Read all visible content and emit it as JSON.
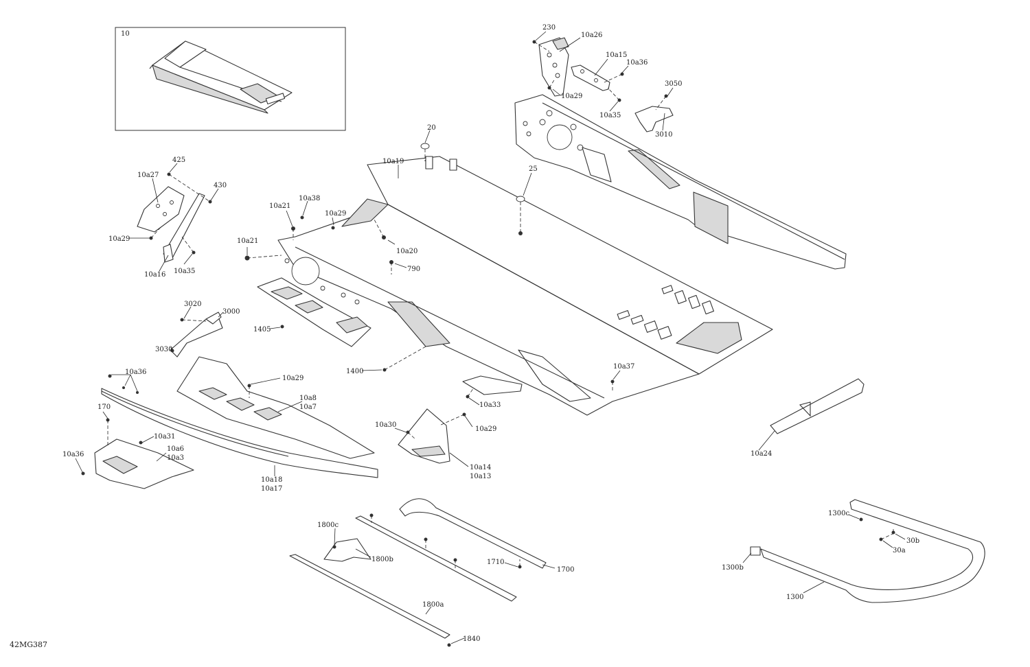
{
  "diagram": {
    "drawing_code": "42MG387",
    "inset_label": "10",
    "callouts": [
      {
        "id": "c230",
        "text": "230"
      },
      {
        "id": "c10a26",
        "text": "10a26"
      },
      {
        "id": "c10a15",
        "text": "10a15"
      },
      {
        "id": "c10a36_top",
        "text": "10a36"
      },
      {
        "id": "c10a29_top",
        "text": "10a29"
      },
      {
        "id": "c10a35_top",
        "text": "10a35"
      },
      {
        "id": "c3050",
        "text": "3050"
      },
      {
        "id": "c3010",
        "text": "3010"
      },
      {
        "id": "c20",
        "text": "20"
      },
      {
        "id": "c10a19",
        "text": "10a19"
      },
      {
        "id": "c25",
        "text": "25"
      },
      {
        "id": "c425",
        "text": "425"
      },
      {
        "id": "c10a27",
        "text": "10a27"
      },
      {
        "id": "c430",
        "text": "430"
      },
      {
        "id": "c10a29_left",
        "text": "10a29"
      },
      {
        "id": "c10a16",
        "text": "10a16"
      },
      {
        "id": "c10a35_left",
        "text": "10a35"
      },
      {
        "id": "c10a21_a",
        "text": "10a21"
      },
      {
        "id": "c10a38",
        "text": "10a38"
      },
      {
        "id": "c10a29_mid",
        "text": "10a29"
      },
      {
        "id": "c10a21_b",
        "text": "10a21"
      },
      {
        "id": "c10a20",
        "text": "10a20"
      },
      {
        "id": "c790",
        "text": "790"
      },
      {
        "id": "c3020",
        "text": "3020"
      },
      {
        "id": "c3000",
        "text": "3000"
      },
      {
        "id": "c1405",
        "text": "1405"
      },
      {
        "id": "c3030",
        "text": "3030"
      },
      {
        "id": "c1400",
        "text": "1400"
      },
      {
        "id": "c10a37",
        "text": "10a37"
      },
      {
        "id": "c10a36_left",
        "text": "10a36"
      },
      {
        "id": "c10a29_low",
        "text": "10a29"
      },
      {
        "id": "c10a8",
        "text": "10a8"
      },
      {
        "id": "c10a7",
        "text": "10a7"
      },
      {
        "id": "c10a33",
        "text": "10a33"
      },
      {
        "id": "c170",
        "text": "170"
      },
      {
        "id": "c10a31",
        "text": "10a31"
      },
      {
        "id": "c10a6",
        "text": "10a6"
      },
      {
        "id": "c10a3",
        "text": "10a3"
      },
      {
        "id": "c10a36_far",
        "text": "10a36"
      },
      {
        "id": "c10a30",
        "text": "10a30"
      },
      {
        "id": "c10a29_right",
        "text": "10a29"
      },
      {
        "id": "c10a14",
        "text": "10a14"
      },
      {
        "id": "c10a13",
        "text": "10a13"
      },
      {
        "id": "c10a18",
        "text": "10a18"
      },
      {
        "id": "c10a17",
        "text": "10a17"
      },
      {
        "id": "c10a24",
        "text": "10a24"
      },
      {
        "id": "c1800c",
        "text": "1800c"
      },
      {
        "id": "c1800b",
        "text": "1800b"
      },
      {
        "id": "c1710",
        "text": "1710"
      },
      {
        "id": "c1700",
        "text": "1700"
      },
      {
        "id": "c1800a",
        "text": "1800a"
      },
      {
        "id": "c1840",
        "text": "1840"
      },
      {
        "id": "c1300c",
        "text": "1300c"
      },
      {
        "id": "c30b",
        "text": "30b"
      },
      {
        "id": "c30a",
        "text": "30a"
      },
      {
        "id": "c1300b",
        "text": "1300b"
      },
      {
        "id": "c1300",
        "text": "1300"
      }
    ]
  }
}
